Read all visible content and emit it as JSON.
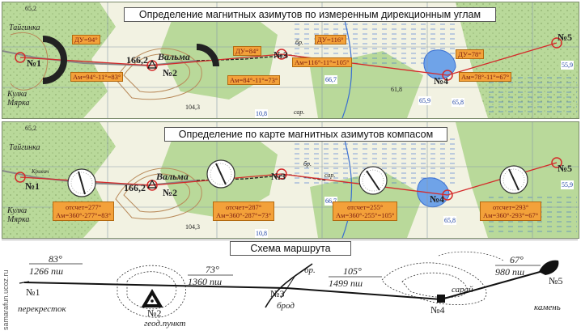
{
  "panel1": {
    "title": "Определение магнитных азимутов по измеренным дирекционным углам",
    "labels": {
      "taiginka": "Тайгинка",
      "kulka_myarka": "Кулка Мярка",
      "valma": "Вальма",
      "p1": "№1",
      "p2": "№2",
      "p3": "№3",
      "p4": "№4",
      "p5": "№5",
      "height_1662": "166,2",
      "height_652": "65,2",
      "height_1043": "104,3",
      "height_1088": "10,8",
      "height_667": "66,7",
      "height_618": "61,8",
      "height_559": "55,9",
      "height_658": "65,8",
      "height_659": "65,9",
      "br": "бр.",
      "sar": "сар."
    },
    "boxes": {
      "du1": "ДУ=94°",
      "am1": "Ам=94°-11°=83°",
      "du2": "ДУ=84°",
      "am2": "Ам=84°-11°=73°",
      "du3": "ДУ=116°",
      "am3": "Ам=116°-11°=105°",
      "du4": "ДУ=78°",
      "am4": "Ам=78°-11°=67°"
    }
  },
  "panel2": {
    "title": "Определение по карте магнитных азимутов компасом",
    "labels": {
      "taiginka": "Тайгинка",
      "kulka_myarka": "Кулка Мярка",
      "valma": "Вальма",
      "p1": "№1",
      "p2": "№2",
      "p3": "№3",
      "p4": "№4",
      "p5": "№5",
      "height_1662": "166,2",
      "height_652": "65,2",
      "height_1043": "104,3",
      "height_1088": "10,8",
      "height_667": "66,7",
      "height_559": "55,9",
      "height_658": "65,8",
      "br": "бр.",
      "sar": "сар.",
      "krivich": "Кривич"
    },
    "boxes": {
      "b1a": "отсчет=277°",
      "b1b": "Ам=360°-277°=83°",
      "b2a": "отсчет=287°",
      "b2b": "Ам=360°-287°=73°",
      "b3a": "отсчет=255°",
      "b3b": "Ам=360°-255°=105°",
      "b4a": "отсчет=293°",
      "b4b": "Ам=360°-293°=67°"
    }
  },
  "schema": {
    "title": "Схема маршрута",
    "seg1_az": "83°",
    "seg1_dist": "1266 пш",
    "seg2_az": "73°",
    "seg2_dist": "1360 пш",
    "seg3_az": "105°",
    "seg3_dist": "1499 пш",
    "seg4_az": "67°",
    "seg4_dist": "980 пш",
    "p1": "№1",
    "p1_desc": "перекресток",
    "p2": "№2",
    "p2_desc": "геод.пункт",
    "p3": "№3",
    "p3_desc": "брод",
    "br": "бр.",
    "p4": "№4",
    "sarai": "сарай",
    "p5": "№5",
    "p5_desc": "камень"
  },
  "watermark": "samarafun.ucoz.ru",
  "colors": {
    "forest": "#b9d99a",
    "field": "#f2f2e2",
    "route": "#d42a2a",
    "orange_box": "#f3a13a",
    "water": "#3a6fd1",
    "contour": "#b98a5a"
  }
}
